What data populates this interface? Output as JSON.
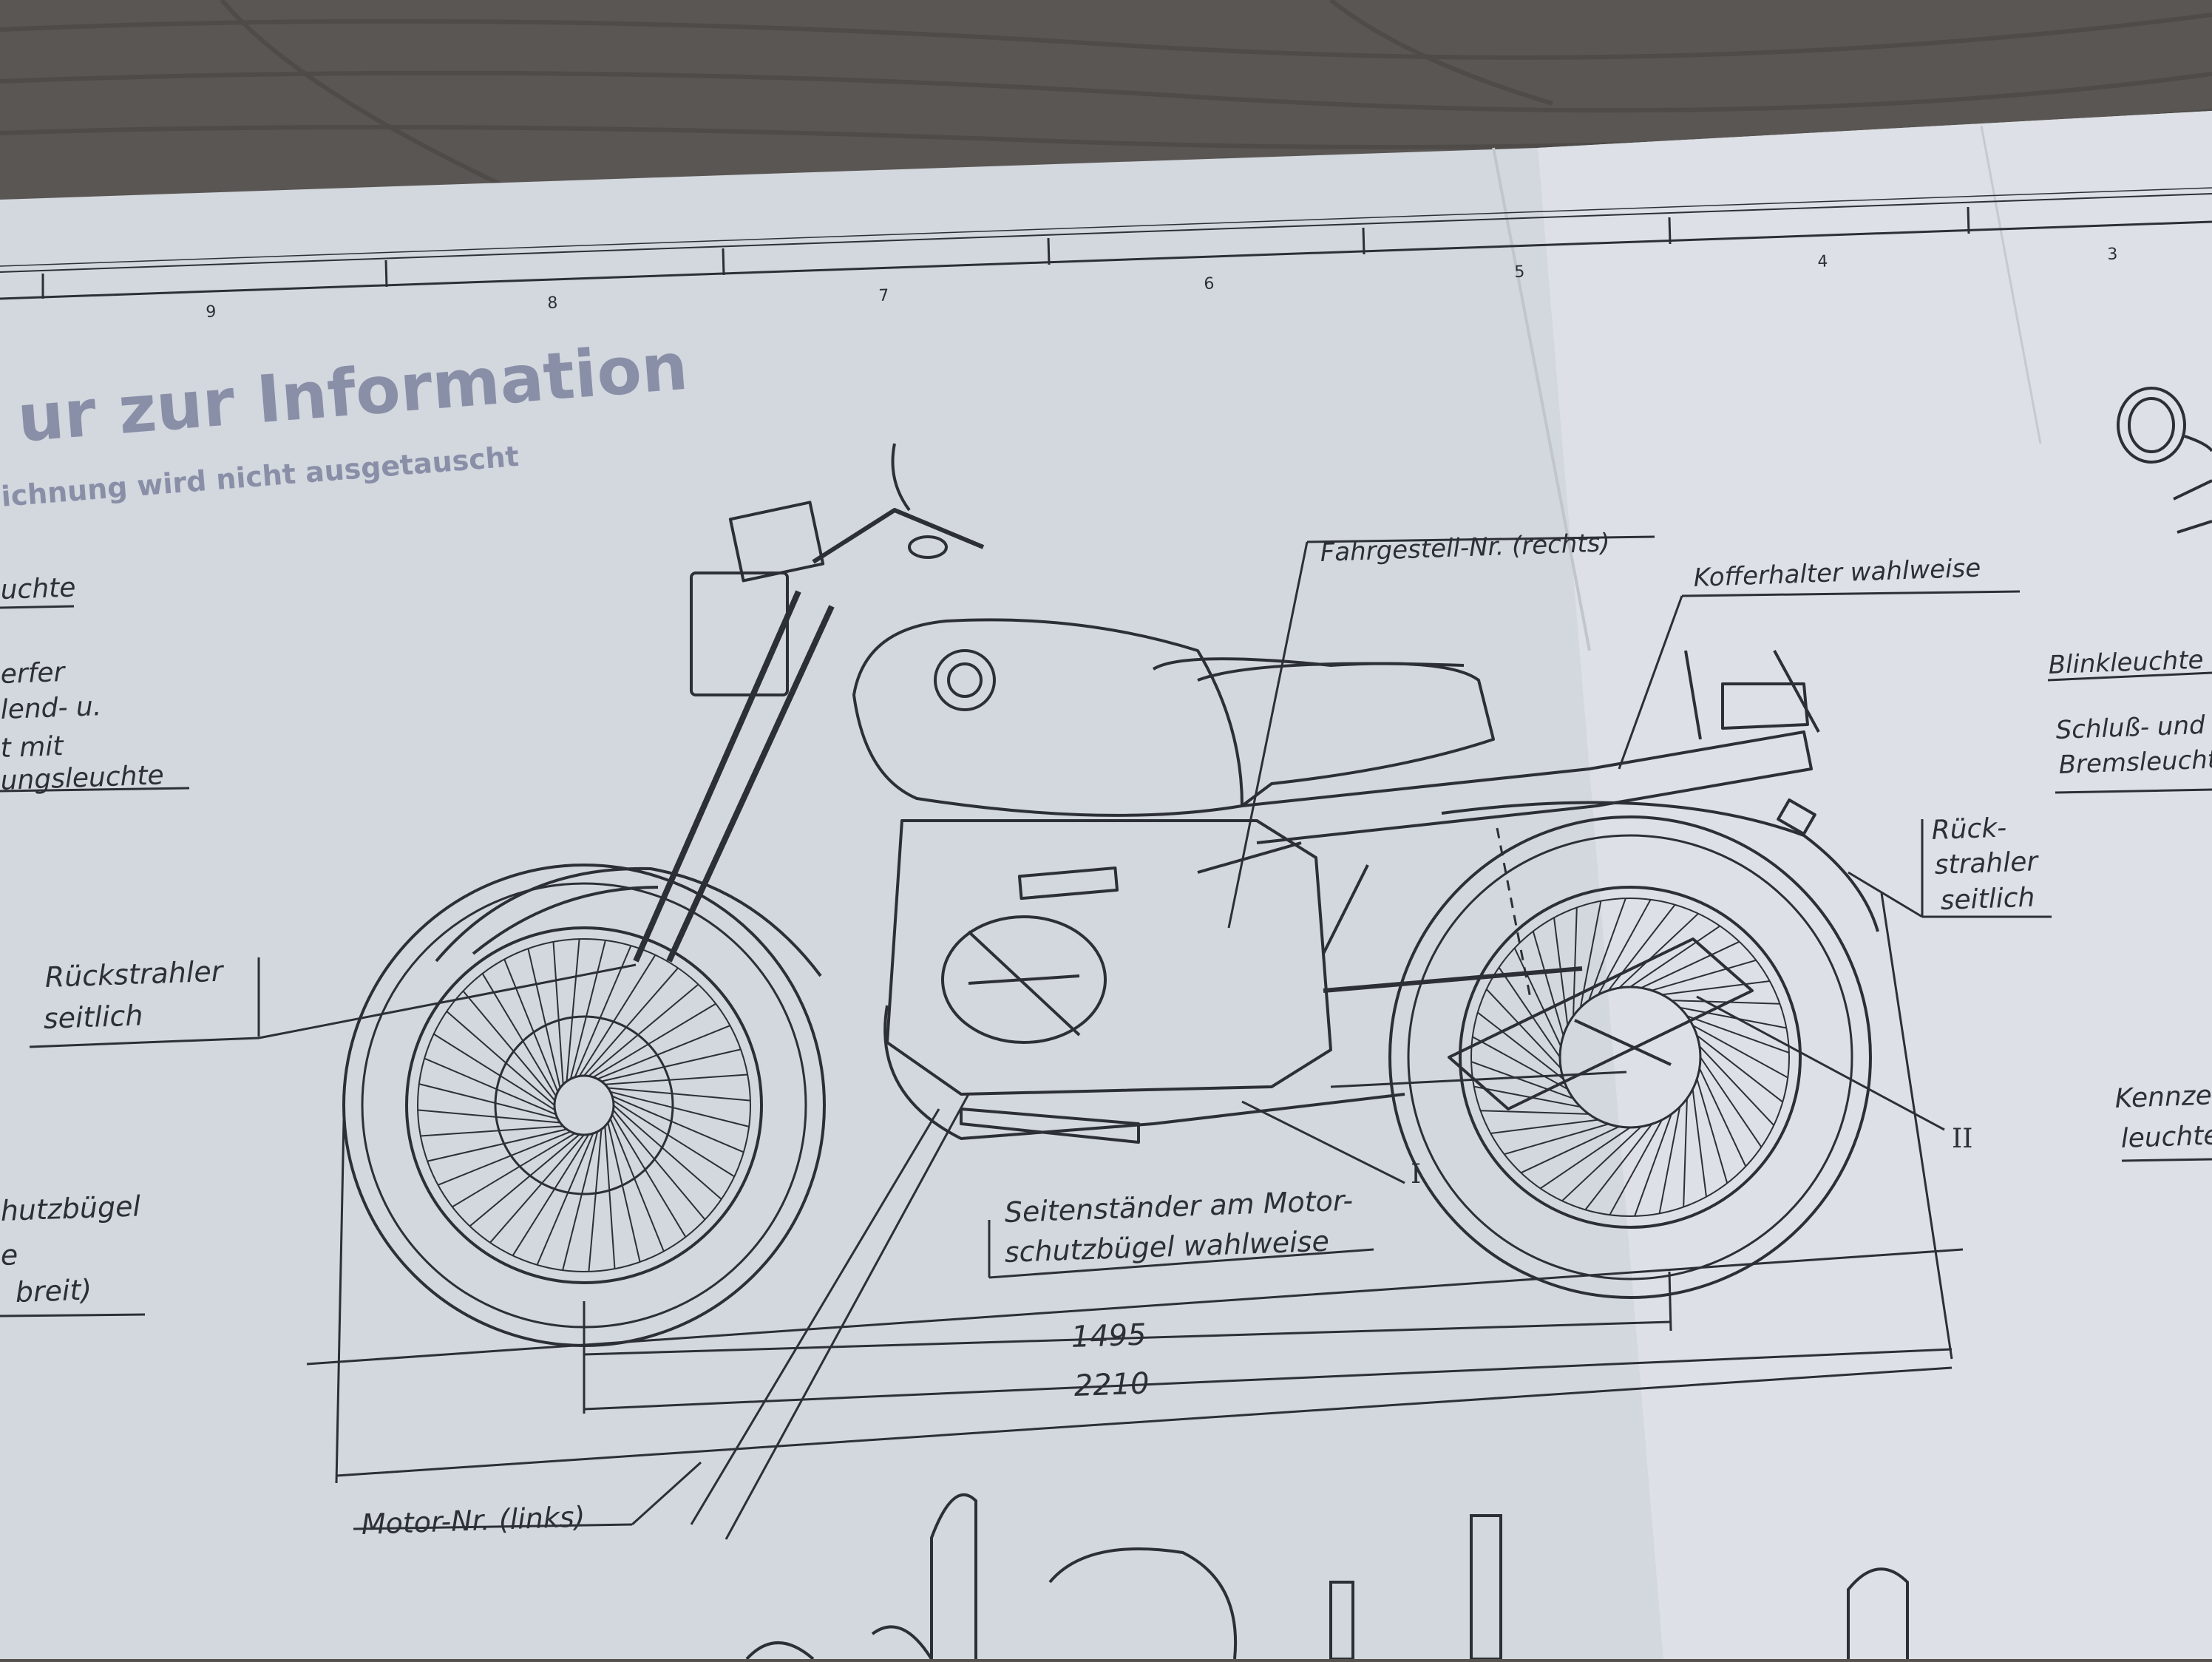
{
  "stamp": {
    "title": "ur zur Information",
    "subtitle": "ichnung wird nicht ausgetauscht"
  },
  "grid_numbers": [
    "9",
    "8",
    "7",
    "6",
    "5",
    "4",
    "3"
  ],
  "labels": {
    "leuchte_frag": "uchte",
    "scheinwerfer_1": "erfer",
    "scheinwerfer_2": "lend- u.",
    "scheinwerfer_3": "t mit",
    "scheinwerfer_4": "ungsleuchte",
    "rueckstrahler_front_1": "Rückstrahler",
    "rueckstrahler_front_2": "seitlich",
    "schutzbuegel_1": "hutzbügel",
    "schutzbuegel_2": "e",
    "schutzbuegel_3": "breit)",
    "fahrgestell": "Fahrgestell-Nr. (rechts)",
    "kofferhalter": "Kofferhalter wahlweise",
    "blinkleuchte": "Blinkleuchte",
    "schluss_1": "Schluß- und",
    "schluss_2": "Bremsleuchte",
    "rueck_rear_1": "Rück-",
    "rueck_rear_2": "strahler",
    "rueck_rear_3": "seitlich",
    "kennz_1": "Kennze",
    "kennz_2": "leuchte",
    "seitenstaender_1": "Seitenständer am Motor-",
    "seitenstaender_2": "schutzbügel wahlweise",
    "marker_1": "I",
    "marker_2": "II",
    "dim_1495": "1495",
    "dim_2210": "2210",
    "motor_nr": "Motor-Nr. (links)"
  },
  "colors": {
    "table": "#55524f",
    "paper": "#d2d6dd",
    "ink": "#2c3036",
    "stamp": "#8a8fa8"
  }
}
